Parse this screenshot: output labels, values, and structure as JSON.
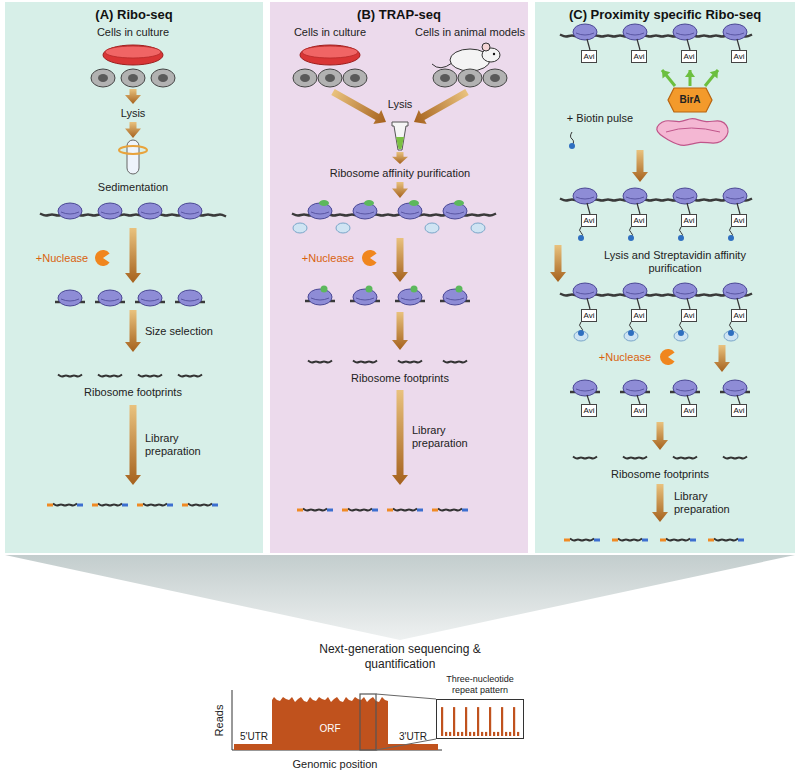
{
  "diagram": {
    "nodes": [
      {
        "text": [
          "(A) Ribo-seq"
        ]
      },
      {
        "text": [
          "(B) TRAP-seq"
        ]
      },
      {
        "text": [
          "(C) Proximity specific Ribo-seq"
        ]
      },
      {
        "text": [
          "Avi"
        ],
        "in": 2
      },
      {
        "text": [
          "Avi"
        ],
        "in": 2
      },
      {
        "text": [
          "Avi"
        ],
        "in": 2
      },
      {
        "text": [
          "Avi"
        ],
        "in": 2
      },
      {
        "text": [
          "BirA"
        ],
        "in": 2
      },
      {
        "text": [
          "Avi"
        ],
        "in": 2
      },
      {
        "text": [
          "Avi"
        ],
        "in": 2
      },
      {
        "text": [
          "Avi"
        ],
        "in": 2
      },
      {
        "text": [
          "Avi"
        ],
        "in": 2
      },
      {
        "text": [
          "Avi"
        ],
        "in": 2
      },
      {
        "text": [
          "Avi"
        ],
        "in": 2
      },
      {
        "text": [
          "Avi"
        ],
        "in": 2
      },
      {
        "text": [
          "Avi"
        ],
        "in": 2
      },
      {
        "text": [
          "Avi"
        ],
        "in": 2
      },
      {
        "text": [
          "Avi"
        ],
        "in": 2
      },
      {
        "text": [
          "Avi"
        ],
        "in": 2
      },
      {
        "text": [
          "Avi"
        ],
        "in": 2
      },
      {
        "text": [
          "Three-nucleotide repeat pattern"
        ]
      }
    ],
    "labels": [
      "Cells in culture",
      "Lysis",
      "Sedimentation",
      "+Nuclease",
      "Size selection",
      "Ribosome footprints",
      "Library preparation",
      "Cells in culture",
      "Cells in animal models",
      "Lysis",
      "Ribosome affinity purification",
      "+Nuclease",
      "Ribosome footprints",
      "Library preparation",
      "+ Biotin pulse",
      "Lysis and Streptavidin affinity purification",
      "+Nuclease",
      "Ribosome footprints",
      "Library preparation",
      "Next-generation sequencing & quantification",
      "Reads",
      "5'UTR",
      "ORF",
      "3'UTR",
      "Genomic position"
    ]
  }
}
